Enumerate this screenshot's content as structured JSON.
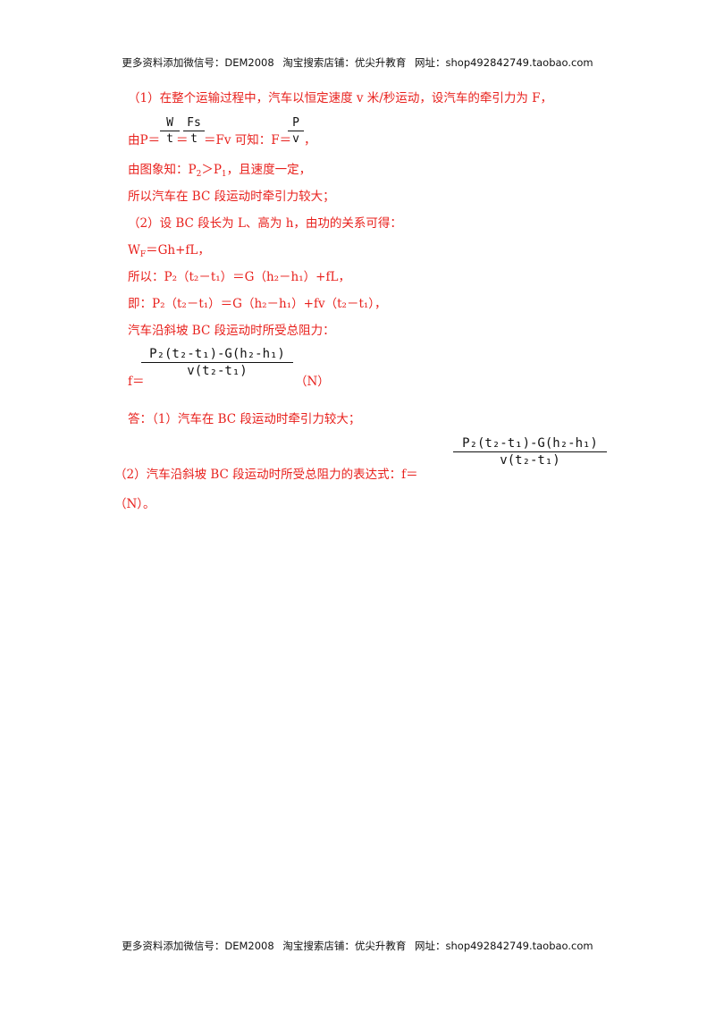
{
  "header": {
    "wechat": "更多资料添加微信号：DEM2008",
    "shop": "淘宝搜索店铺：优尖升教育",
    "url": "网址：shop492842749.taobao.com"
  },
  "footer": {
    "wechat": "更多资料添加微信号：DEM2008",
    "shop": "淘宝搜索店铺：优尖升教育",
    "url": "网址：shop492842749.taobao.com"
  },
  "solution": {
    "l1": "（1）在整个运输过程中，汽车以恒定速度 v 米/秒运动，设汽车的牵引力为 F，",
    "l2_a": "由P＝",
    "l2_b": "＝",
    "l2_c": "＝Fv 可知：F＝",
    "l2_d": "，",
    "frac1_num": "W",
    "frac1_den": "t",
    "frac2_num": "Fs",
    "frac2_den": "t",
    "frac3_num": "P",
    "frac3_den": "v",
    "l3_a": "由图象知：P",
    "l3_b": "＞P",
    "l3_c": "，且速度一定，",
    "l4": "所以汽车在 BC 段运动时牵引力较大；",
    "l5": "（2）设 BC 段长为 L、高为 h，由功的关系可得：",
    "l6_a": "W",
    "l6_sub": "F",
    "l6_b": "＝Gh+fL，",
    "l7": "所以：P₂（t₂－t₁）＝G（h₂－h₁）+fL，",
    "l8": "即：P₂（t₂－t₁）＝G（h₂－h₁）+fv（t₂－t₁），",
    "l9": "汽车沿斜坡 BC 段运动时所受总阻力：",
    "l10_a": "f＝",
    "l10_b": "（N）",
    "big_num": "P₂(t₂-t₁)-G(h₂-h₁)",
    "big_den": "v(t₂-t₁)",
    "ans1": "答：（1）汽车在 BC 段运动时牵引力较大；",
    "ans2": "（2）汽车沿斜坡 BC 段运动时所受总阻力的表达式：f＝",
    "ans3": "（N）。"
  }
}
